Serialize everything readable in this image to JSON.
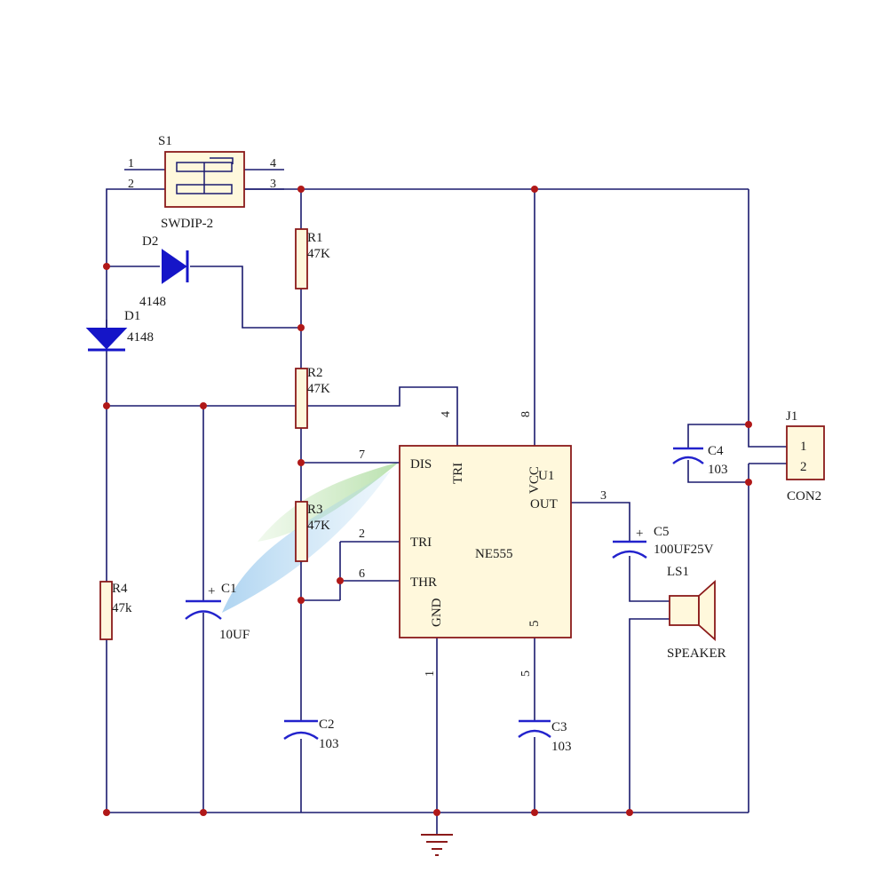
{
  "colors": {
    "wire": "#1a1a6e",
    "junction": "#b01818",
    "part_outline": "#8b1a1a",
    "ic_fill": "#fff8dc",
    "capacitor": "#2222cc",
    "diode": "#1515c8"
  },
  "switch": {
    "ref": "S1",
    "value": "SWDIP-2",
    "pins": [
      "1",
      "2",
      "3",
      "4"
    ]
  },
  "diodes": [
    {
      "ref": "D2",
      "value": "4148"
    },
    {
      "ref": "D1",
      "value": "4148"
    }
  ],
  "resistors": [
    {
      "ref": "R1",
      "value": "47K"
    },
    {
      "ref": "R2",
      "value": "47K"
    },
    {
      "ref": "R3",
      "value": "47K"
    },
    {
      "ref": "R4",
      "value": "47k"
    }
  ],
  "capacitors": [
    {
      "ref": "C1",
      "value": "10UF",
      "polarity": "+"
    },
    {
      "ref": "C2",
      "value": "103"
    },
    {
      "ref": "C3",
      "value": "103"
    },
    {
      "ref": "C4",
      "value": "103"
    },
    {
      "ref": "C5",
      "value": "100UF25V",
      "polarity": "+"
    }
  ],
  "ic": {
    "ref": "U1",
    "value": "NE555",
    "pin_names": {
      "dis": "DIS",
      "tri_top": "TRI",
      "vcc": "VCC",
      "out": "OUT",
      "tri": "TRI",
      "thr": "THR",
      "gnd": "GND",
      "pin5": "5"
    },
    "pin_numbers": {
      "dis": "7",
      "trig_top": "4",
      "vcc": "8",
      "out": "3",
      "tri": "2",
      "thr": "6",
      "gnd": "1",
      "ctrl": "5"
    }
  },
  "connector": {
    "ref": "J1",
    "value": "CON2",
    "pins": [
      "1",
      "2"
    ]
  },
  "speaker": {
    "ref": "LS1",
    "value": "SPEAKER"
  }
}
